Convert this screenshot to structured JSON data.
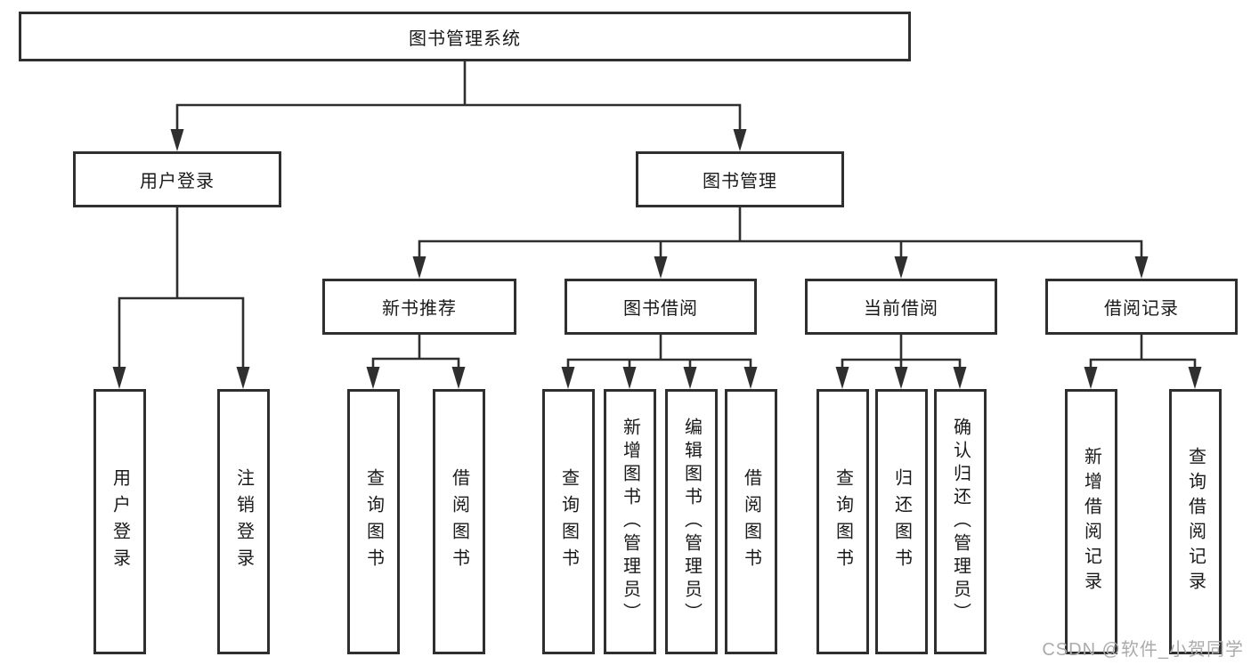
{
  "diagram": {
    "root_label": "图书管理系统",
    "level2": {
      "user_login": "用户登录",
      "book_management": "图书管理"
    },
    "level3": {
      "new_book_recommend": "新书推荐",
      "book_borrowing": "图书借阅",
      "current_borrowing": "当前借阅",
      "borrowing_records": "借阅记录"
    },
    "leaves": {
      "user_login_login": "用户登录",
      "user_login_logout": "注销登录",
      "recommend_query_books": "查询图书",
      "recommend_borrow_books": "借阅图书",
      "borrowing_query_books": "查询图书",
      "borrowing_add_books_admin": "新增图书（管理员）",
      "borrowing_edit_books_admin": "编辑图书（管理员）",
      "borrowing_borrow_books": "借阅图书",
      "current_query_books": "查询图书",
      "current_return_books": "归还图书",
      "current_confirm_return_admin": "确认归还（管理员）",
      "records_add_borrow_record": "新增借阅记录",
      "records_query_borrow_record": "查询借阅记录"
    },
    "colors": {
      "line": "#2F2F2F",
      "text": "#1A1A1A",
      "watermark": "#ABABAB",
      "background": "#FFFFFF"
    },
    "watermark": "CSDN @软件_小贺同学"
  }
}
